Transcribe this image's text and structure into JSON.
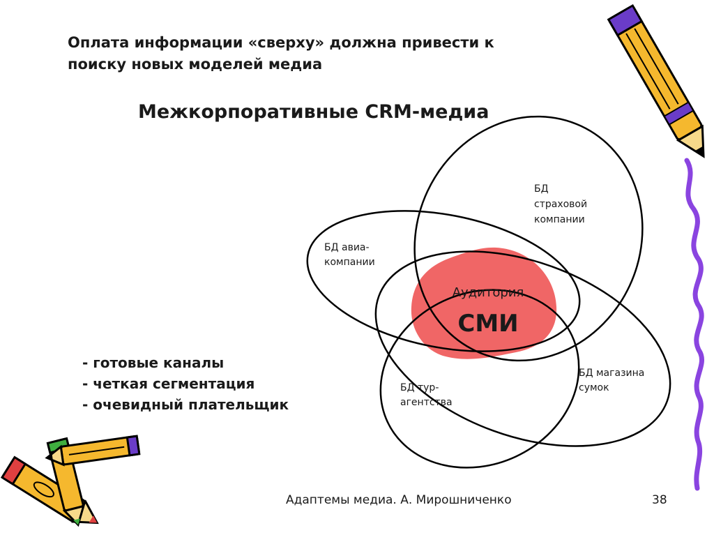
{
  "slide": {
    "intro_line1": "Оплата информации «сверху» должна привести к",
    "intro_line2": "поиску новых моделей медиа",
    "title": "Межкорпоративные CRM-медиа",
    "bullets": [
      "- готовые каналы",
      "- четкая сегментация",
      "- очевидный плательщик"
    ],
    "footer": "Адаптемы медиа. А. Мирошниченко",
    "page_number": "38"
  },
  "diagram": {
    "center_line1": "Аудитория",
    "center_line2": "СМИ",
    "center_color": "#f06666",
    "sets": {
      "airline": [
        "БД авиа-",
        "компании"
      ],
      "insurance": [
        "БД",
        "страховой",
        "компании"
      ],
      "bags": [
        "БД магазина",
        "сумок"
      ],
      "travel": [
        "БД тур-",
        "агентства"
      ]
    }
  },
  "colors": {
    "pencil_body": "#f5b82e",
    "pencil_accent": "#6a3cc8",
    "pencil_tip": "#e04040",
    "squiggle": "#8a44e0"
  }
}
